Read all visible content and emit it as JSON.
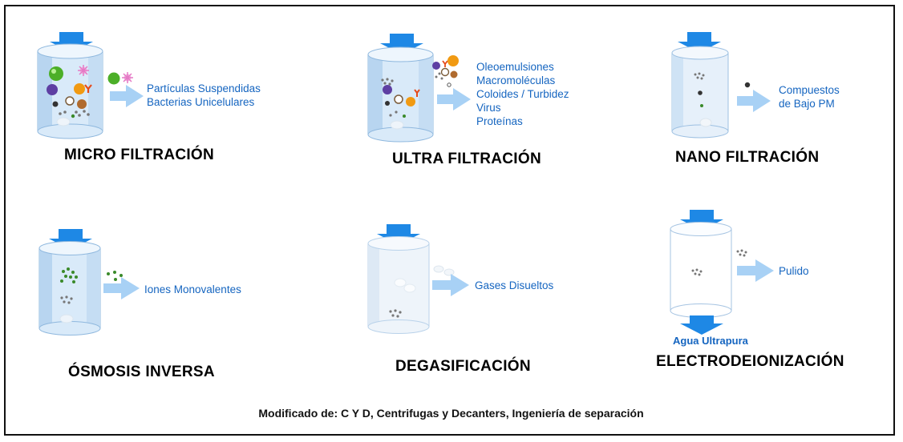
{
  "panels": [
    {
      "title": "MICRO FILTRACIÓN",
      "items": [
        "Partículas Suspendidas",
        "Bacterias Unicelulares"
      ]
    },
    {
      "title": "ULTRA FILTRACIÓN",
      "items": [
        "Oleoemulsiones",
        "Macromoléculas",
        "Coloides / Turbidez",
        "Virus",
        "Proteínas"
      ]
    },
    {
      "title": "NANO FILTRACIÓN",
      "items": [
        "Compuestos",
        "de Bajo PM"
      ]
    },
    {
      "title": "ÓSMOSIS INVERSA",
      "items": [
        "Iones Monovalentes"
      ]
    },
    {
      "title": "DEGASIFICACIÓN",
      "items": [
        "Gases Disueltos"
      ]
    },
    {
      "title": "ELECTRODEIONIZACIÓN",
      "items": [
        "Pulido"
      ],
      "output_label": "Agua Ultrapura"
    }
  ],
  "caption": "Modificado de: C Y D, Centrifugas y Decanters, Ingeniería de separación",
  "colors": {
    "arrow": "#1e88e5",
    "label": "#1565c0",
    "cylinder": "#cfe3f5",
    "side_arrow": "#a8d1f5"
  }
}
